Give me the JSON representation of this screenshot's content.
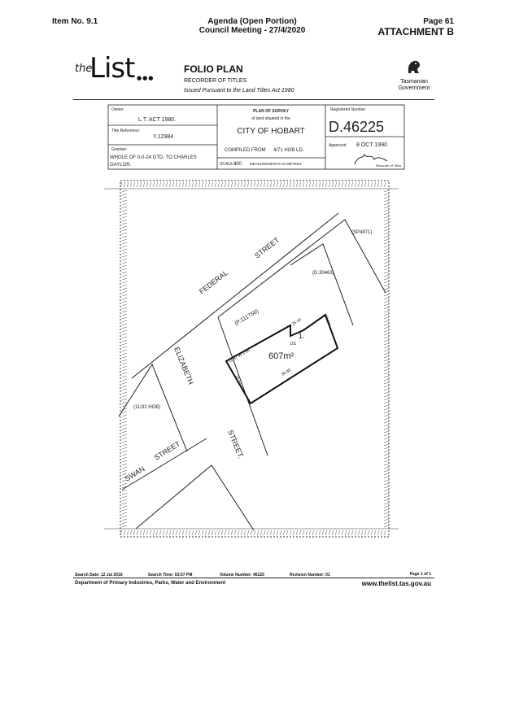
{
  "header": {
    "item_no": "Item No. 9.1",
    "agenda": "Agenda (Open Portion)",
    "meeting": "Council Meeting - 27/4/2020",
    "page": "Page 61",
    "attachment": "ATTACHMENT B"
  },
  "brand": {
    "the": "the",
    "list": "List",
    "dots": "●●●",
    "title": "FOLIO PLAN",
    "subtitle": "RECORDER OF TITLES",
    "act": "Issued Pursuant to the Land Titles Act 1980",
    "gov_line1": "Tasmanian",
    "gov_line2": "Government",
    "gov_logo_icon": "tasmanian-lion-crest-icon"
  },
  "plan_header": {
    "owner_label": "Owner:",
    "owner_value": "L.T. ACT 1980.",
    "title_ref_label": "Title Reference:",
    "title_ref_value": "Y.12984",
    "grantee_label": "Grantee:",
    "grantee_value_1": "WHOLE OF 0-0-24 GTD. TO CHARLES",
    "grantee_value_2": "GAYLOR.",
    "survey_label_1": "PLAN OF SURVEY",
    "survey_label_2": "of land situated in the",
    "city": "CITY OF HOBART",
    "compiled_label": "COMPILED FROM",
    "compiled_value": "4/71 HOB LD.",
    "scale_label": "SCALE 1:",
    "scale_value": "400",
    "measurements": "MEASUREMENTS IN METRES",
    "reg_label": "Registered Number",
    "reg_number": "D.46225",
    "approved_label": "Approved",
    "approved_date": "8 OCT 1990",
    "recorder": "Recorder of Titles"
  },
  "map": {
    "street_federal_1": "FEDERAL",
    "street_federal_2": "STREET",
    "street_elizabeth_1": "ELIZABETH",
    "street_elizabeth_2": "STREET.",
    "street_swan_1": "SWAN",
    "street_swan_2": "STREET",
    "sp": "(SP4871)",
    "d_ref": "(D.30463)",
    "p_ref": "(P.111756)",
    "hob_ref": "(11/32 HOB)",
    "lot_number": "1.",
    "area": "607m²",
    "dim_top": "25.40",
    "dim_right": "16.84",
    "dim_bottom": "36.88",
    "dim_left": "15.84",
    "dim_inner": "11.97 W 2.60",
    "dim_corner": "101"
  },
  "footer": {
    "search_date": "Search Date: 12 Jul 2016",
    "search_time": "Search Time: 03:57 PM",
    "volume": "Volume Number: 46225",
    "revision": "Revision Number: 01",
    "page_of": "Page 1 of 1",
    "department": "Department of Primary Industries, Parks, Water and Environment",
    "url": "www.thelist.tas.gov.au"
  }
}
